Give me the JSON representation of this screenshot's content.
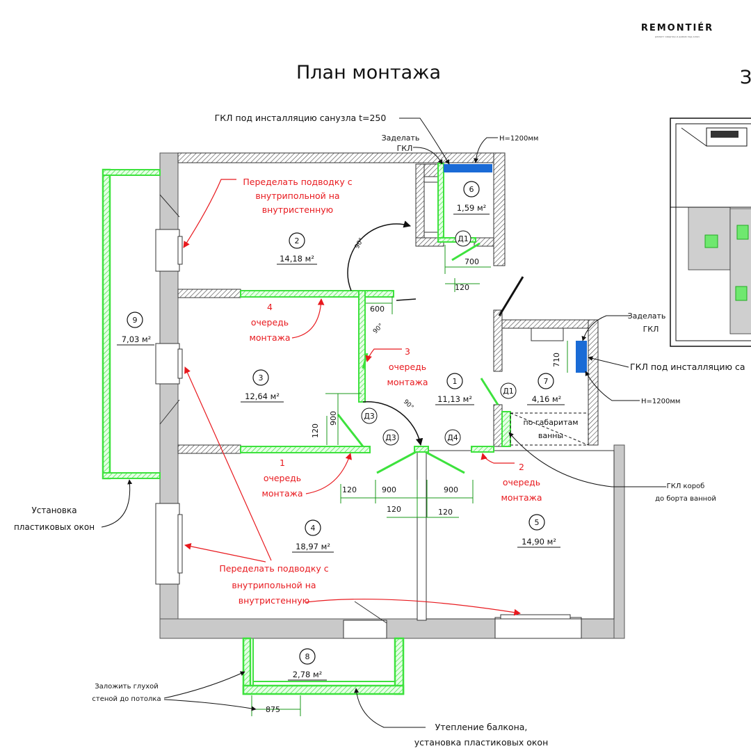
{
  "brand": {
    "name": "REMONTIÉR",
    "tagline": "ремонт квартир и домов под ключ"
  },
  "title": "План монтажа",
  "right_title_fragment": "З",
  "rooms": [
    {
      "num": "1",
      "area": "11,13 м²"
    },
    {
      "num": "2",
      "area": "14,18 м²"
    },
    {
      "num": "3",
      "area": "12,64 м²"
    },
    {
      "num": "4",
      "area": "18,97 м²"
    },
    {
      "num": "5",
      "area": "14,90 м²"
    },
    {
      "num": "6",
      "area": "1,59 м²"
    },
    {
      "num": "7",
      "area": "4,16 м²"
    },
    {
      "num": "8",
      "area": "2,78 м²"
    },
    {
      "num": "9",
      "area": "7,03 м²"
    }
  ],
  "doors": {
    "d1": "Д1",
    "d3": "Д3",
    "d4": "Д4"
  },
  "dims": {
    "d700": "700",
    "d120": "120",
    "d600": "600",
    "d900": "900",
    "d710": "710",
    "d875": "875"
  },
  "angles": {
    "a90": "90°"
  },
  "notes": {
    "redo_wiring": [
      "Переделать подводку с",
      "внутрипольной на",
      "внутристенную"
    ],
    "queue_1": [
      "1",
      "очередь",
      "монтажа"
    ],
    "queue_2": [
      "2",
      "очередь",
      "монтажа"
    ],
    "queue_3": [
      "3",
      "очередь",
      "монтажа"
    ],
    "queue_4": [
      "4",
      "очередь",
      "монтажа"
    ],
    "gkl_bath_install": "ГКЛ под инсталляцию санузла t=250",
    "close_gkl_1": [
      "Заделать",
      "ГКЛ"
    ],
    "close_gkl_2": [
      "Заделать",
      "ГКЛ"
    ],
    "h1200_1": "H=1200мм",
    "h1200_2": "H=1200мм",
    "gkl_install_right": "ГКЛ под инсталляцию са",
    "bath_outline": [
      "по габаритам",
      "ванны"
    ],
    "gkl_box": [
      "ГКЛ короб",
      "до борта ванной"
    ],
    "plastic_windows": [
      "Установка",
      "пластиковых окон"
    ],
    "blind_wall": [
      "Заложить глухой",
      "стеной до потолка"
    ],
    "balcony_insulation": [
      "Утепление балкона,",
      "установка пластиковых окон"
    ]
  },
  "colors": {
    "new_wall_green": "#3de23d",
    "gkl_blue": "#1a6bd6",
    "annotation_red": "#e8191e",
    "wall_gray": "#c9c9c9"
  }
}
